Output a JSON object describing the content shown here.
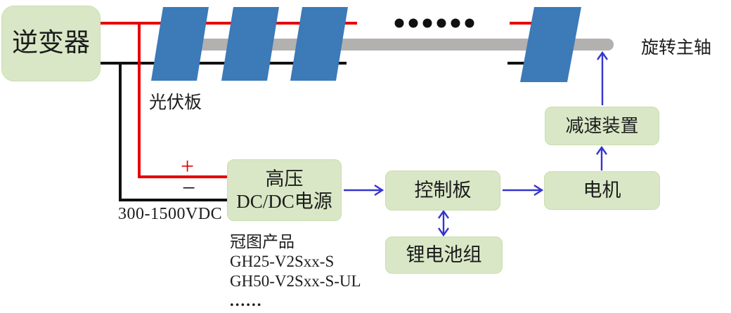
{
  "diagram": {
    "colors": {
      "box_fill": "#d9e7c6",
      "box_border": "#c8deae",
      "panel_blue": "#3c7ab8",
      "shaft_gray": "#b3b0b0",
      "wire_red": "#e50000",
      "wire_black": "#101010",
      "arrow_blue": "#3535cd",
      "text": "#1c1c1c"
    },
    "ellipsis": {
      "count": 6
    },
    "boxes": {
      "inverter": "逆变器",
      "dcdc_line1": "高压",
      "dcdc_line2": "DC/DC电源",
      "control": "控制板",
      "battery": "锂电池组",
      "motor": "电机",
      "reducer": "减速装置"
    },
    "labels": {
      "pv": "光伏板",
      "shaft": "旋转主轴",
      "plus": "+",
      "minus": "−",
      "voltage": "300-1500VDC",
      "product_title": "冠图产品",
      "product_model1": "GH25-V2Sxx-S",
      "product_model2": "GH50-V2Sxx-S-UL",
      "product_more": "......"
    }
  }
}
